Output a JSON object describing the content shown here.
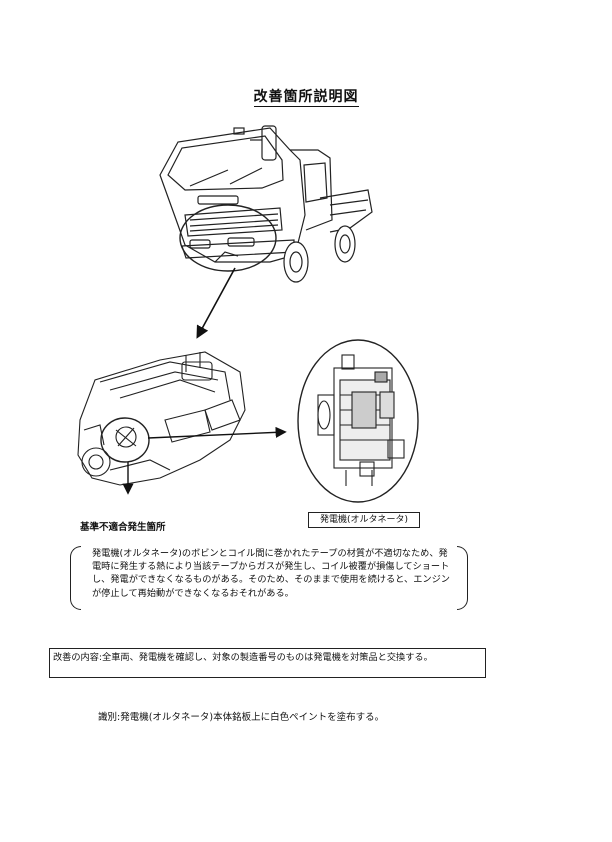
{
  "page": {
    "title": "改善箇所説明図",
    "engine_caption": "基準不適合発生箇所",
    "alternator_caption": "発電機(オルタネータ)",
    "description": "発電機(オルタネータ)のボビンとコイル間に巻かれたテープの材質が不適切なため、発電時に発生する熱により当該テープからガスが発生し、コイル被覆が損傷してショートし、発電ができなくなるものがある。そのため、そのままで使用を続けると、エンジンが停止して再始動ができなくなるおそれがある。",
    "improvement": "改善の内容:全車両、発電機を確認し、対象の製造番号のものは発電機を対策品と交換する。",
    "identification": "識別:発電機(オルタネータ)本体銘板上に白色ペイントを塗布する。"
  }
}
